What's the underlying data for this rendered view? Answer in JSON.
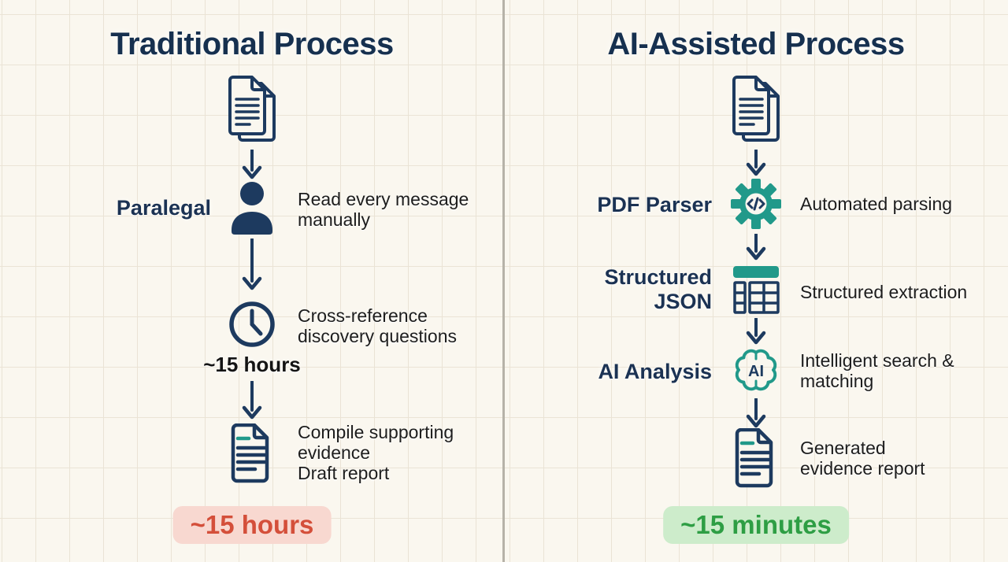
{
  "left": {
    "title": "Traditional Process",
    "actor_label": "Paralegal",
    "step1_desc": "Read every message manually",
    "clock_caption": "~15 hours",
    "step2_desc": "Cross-reference discovery questions",
    "step3_desc_line1": "Compile supporting evidence",
    "step3_desc_line2": "Draft report",
    "total_badge": "~15 hours"
  },
  "right": {
    "title": "AI-Assisted Process",
    "step1_label": "PDF Parser",
    "step1_desc": "Automated parsing",
    "step2_label": "Structured JSON",
    "step2_desc": "Structured extraction",
    "step3_label": "AI Analysis",
    "step3_desc": "Intelligent search & matching",
    "step4_desc": "Generated evidence report",
    "brain_text": "AI",
    "total_badge": "~15 minutes"
  },
  "icons": {
    "left_flow": [
      "documents-stack-icon",
      "person-icon",
      "clock-icon",
      "document-report-icon"
    ],
    "right_flow": [
      "documents-stack-icon",
      "gear-code-icon",
      "table-icon",
      "brain-ai-icon",
      "document-report-icon"
    ]
  },
  "colors": {
    "background": "#faf7ef",
    "grid_line": "#eae3d5",
    "divider": "#b6b2a8",
    "navy": "#1d3a5f",
    "title_navy": "#16304f",
    "teal": "#21998a",
    "body_text": "#1d1d1d",
    "badge_red_bg": "#f8d8d0",
    "badge_red_text": "#d44f3a",
    "badge_green_bg": "#cdeccb",
    "badge_green_text": "#2e9e44"
  }
}
